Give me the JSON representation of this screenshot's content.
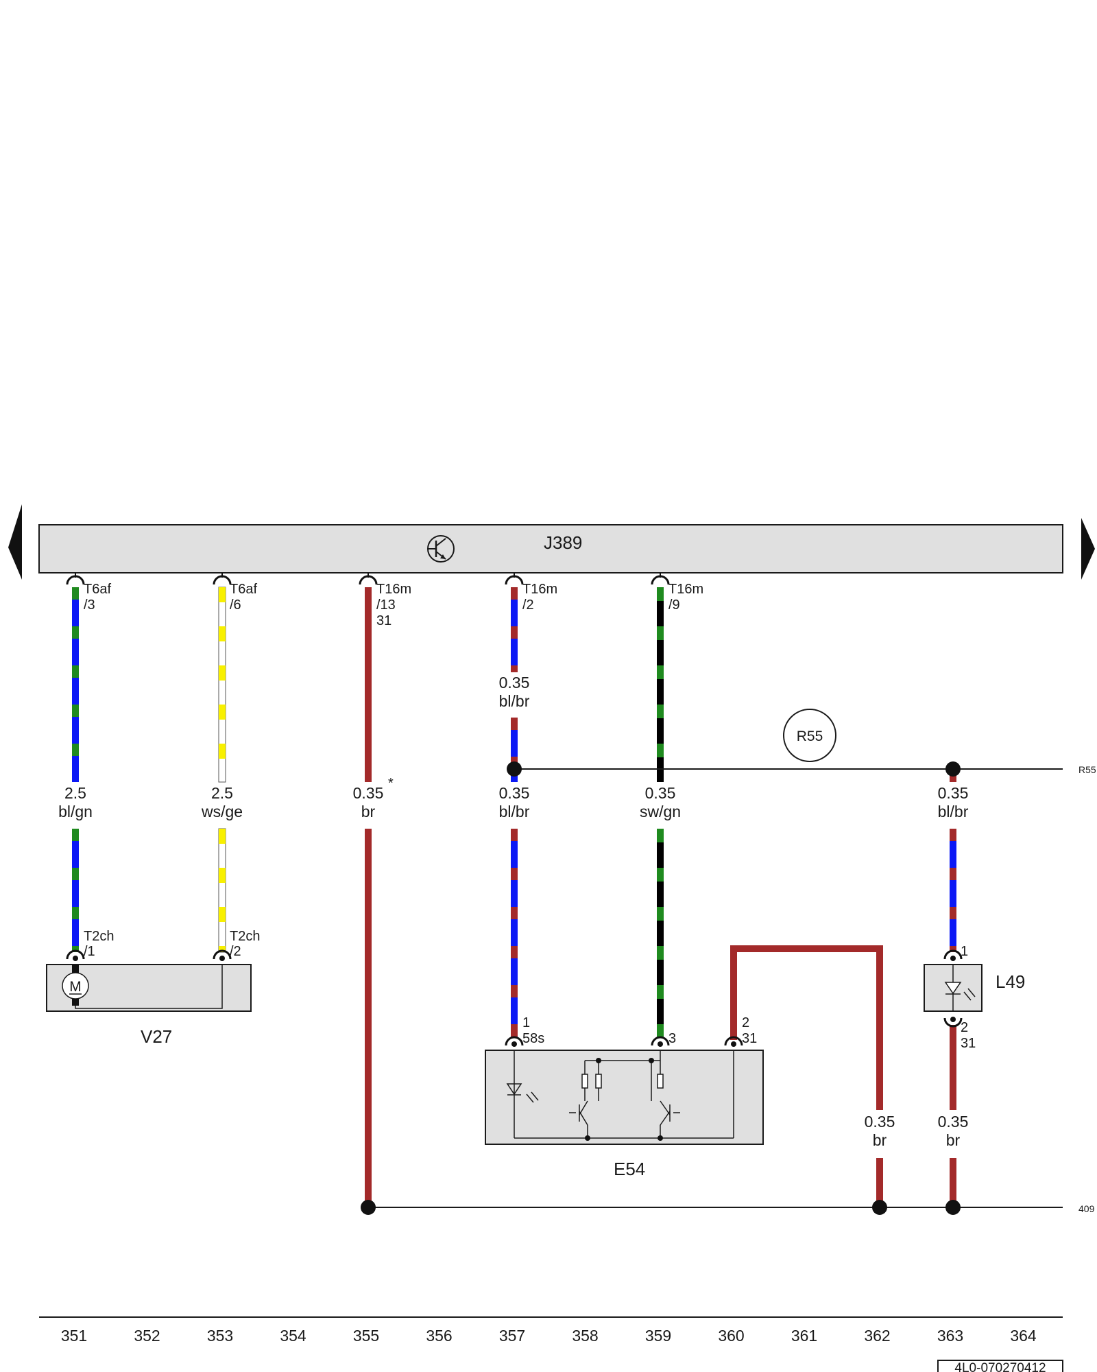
{
  "colors": {
    "bl": "#0b18f5",
    "gn": "#1f8a1f",
    "br": "#a32a2a",
    "ws": "#ffffff",
    "ge": "#f8f000",
    "sw": "#000000",
    "box_fill": "#e0e0e0",
    "line": "#1a1a1a"
  },
  "control_unit": {
    "label": "J389"
  },
  "components": {
    "v27": {
      "label": "V27",
      "motor_symbol": "M"
    },
    "e54": {
      "label": "E54"
    },
    "l49": {
      "label": "L49"
    }
  },
  "connectors": {
    "w1_top": {
      "name": "T6af",
      "pin": "/3"
    },
    "w2_top": {
      "name": "T6af",
      "pin": "/6"
    },
    "w3_top": {
      "name": "T16m",
      "pin": "/13",
      "extra": "31"
    },
    "w4_top": {
      "name": "T16m",
      "pin": "/2"
    },
    "w5_top": {
      "name": "T16m",
      "pin": "/9"
    },
    "w1_bottom": {
      "name": "T2ch",
      "pin": "/1"
    },
    "w2_bottom": {
      "name": "T2ch",
      "pin": "/2"
    },
    "e54_pin1": {
      "pin": "1",
      "terminal": "58s"
    },
    "e54_pin3": {
      "pin": "3"
    },
    "e54_pin2": {
      "pin": "2",
      "terminal": "31"
    },
    "l49_pin1": {
      "pin": "1"
    },
    "l49_pin2": {
      "pin": "2",
      "terminal": "31"
    }
  },
  "wire_labels": {
    "w1": {
      "size": "2.5",
      "color": "bl/gn"
    },
    "w2": {
      "size": "2.5",
      "color": "ws/ge"
    },
    "w3": {
      "size": "0.35",
      "color": "br",
      "note": "*"
    },
    "w4_upper": {
      "size": "0.35",
      "color": "bl/br"
    },
    "w4": {
      "size": "0.35",
      "color": "bl/br"
    },
    "w5": {
      "size": "0.35",
      "color": "sw/gn"
    },
    "w7": {
      "size": "0.35",
      "color": "br"
    },
    "w8_upper": {
      "size": "0.35",
      "color": "bl/br"
    },
    "w8_lower": {
      "size": "0.35",
      "color": "br"
    }
  },
  "references": {
    "r55_circle": "R55",
    "r55_edge": "R55",
    "ground_edge": "409",
    "doc_number": "4L0-070270412"
  },
  "columns": [
    "351",
    "352",
    "353",
    "354",
    "355",
    "356",
    "357",
    "358",
    "359",
    "360",
    "361",
    "362",
    "363",
    "364"
  ]
}
